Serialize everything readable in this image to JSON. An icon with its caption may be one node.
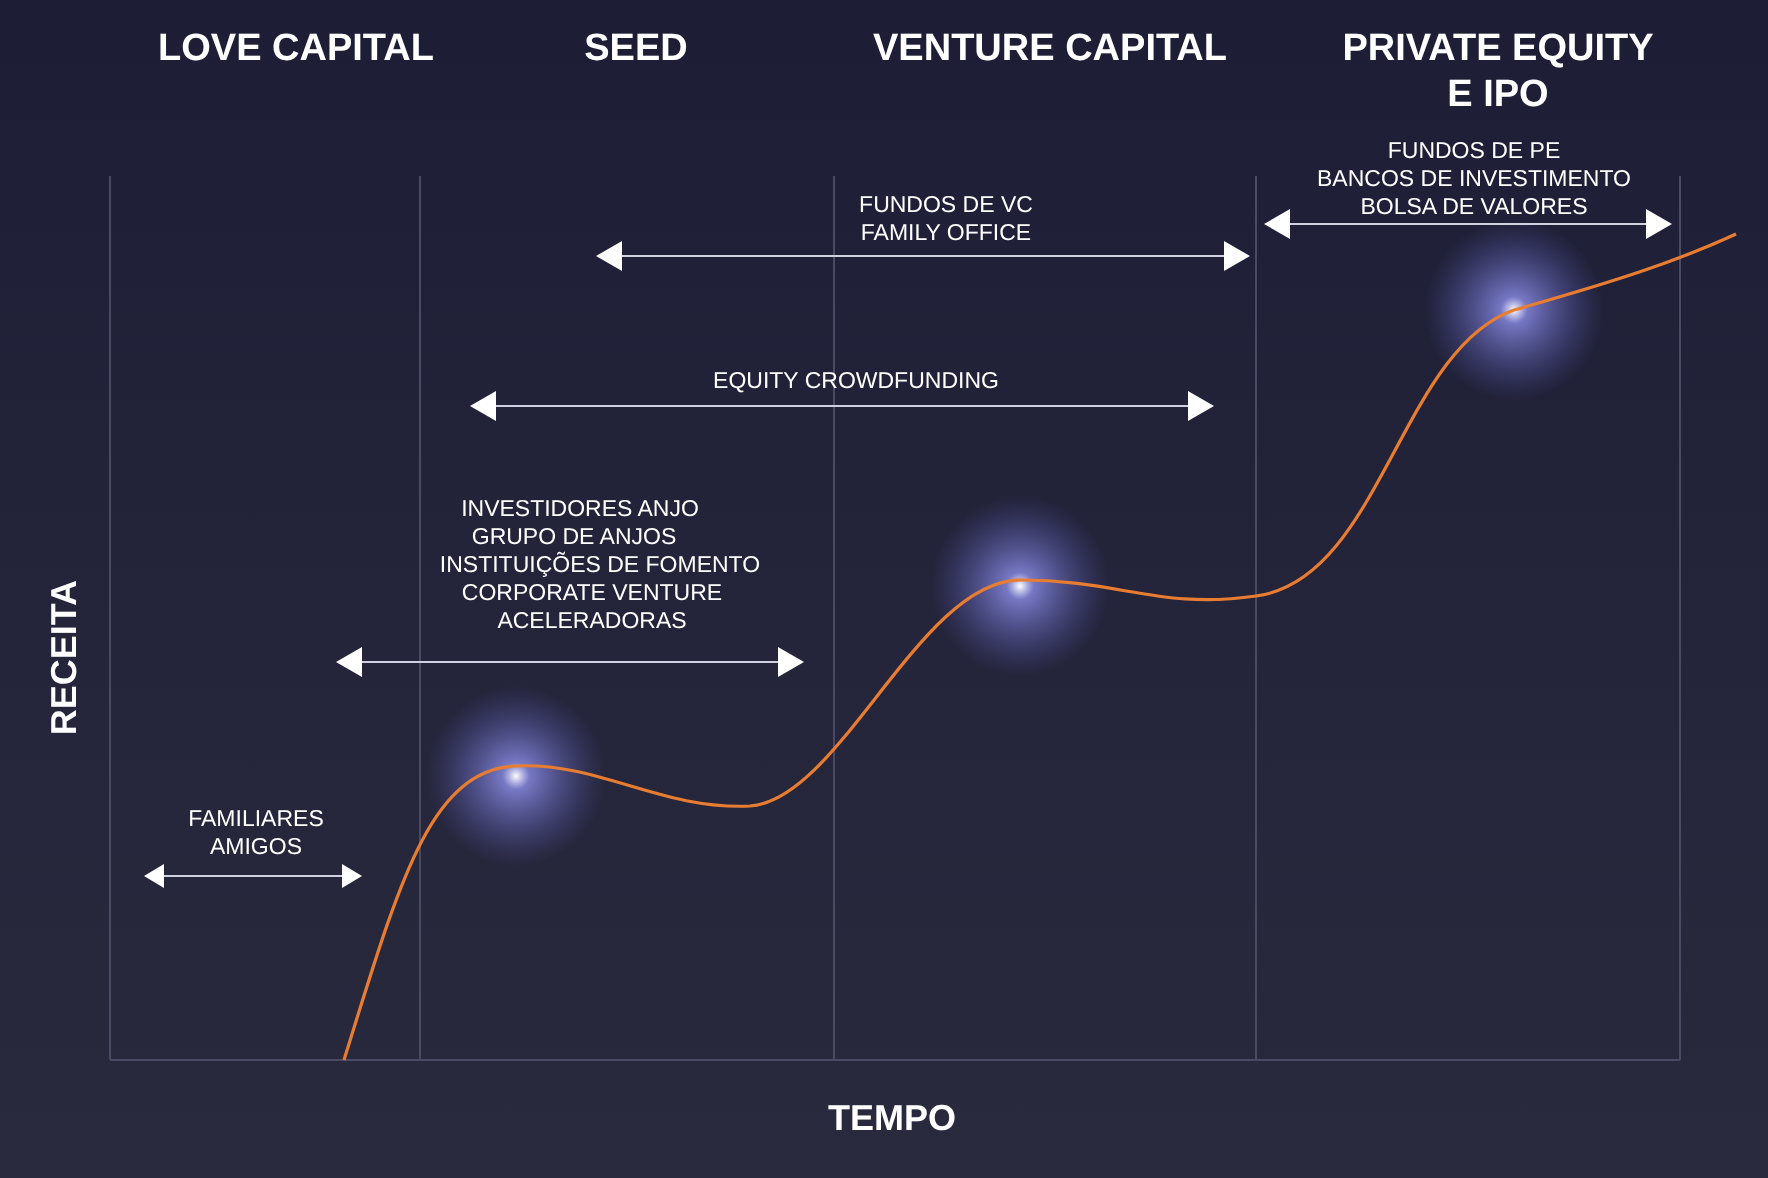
{
  "diagram": {
    "labels": [
      "LOVE CAPITAL",
      "SEED",
      "VENTURE CAPITAL",
      "PRIVATE EQUITY E IPO",
      "FUNDOS DE PE",
      "BANCOS DE INVESTIMENTO",
      "BOLSA DE VALORES",
      "FUNDOS DE VC",
      "FAMILY OFFICE",
      "EQUITY CROWDFUNDING",
      "INVESTIDORES ANJO",
      "GRUPO DE ANJOS",
      "INSTITUIÇÕES DE FOMENTO",
      "CORPORATE VENTURE",
      "ACELERADORAS",
      "FAMILIARES",
      "AMIGOS",
      "RECEITA",
      "TEMPO"
    ]
  }
}
